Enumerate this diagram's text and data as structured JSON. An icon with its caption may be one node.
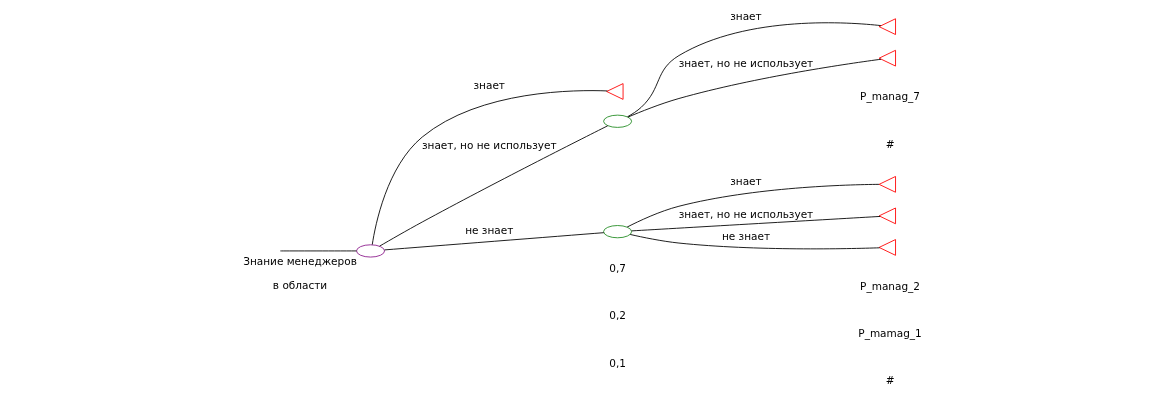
{
  "diagram": {
    "nodes": [
      {
        "text": [],
        "shape": "ellipse",
        "beside": [
          "Знание менеджеров",
          "в области"
        ]
      },
      {
        "text": [],
        "shape": "triangle"
      },
      {
        "text": [],
        "shape": "ellipse"
      },
      {
        "text": [],
        "shape": "triangle"
      },
      {
        "text": [],
        "shape": "triangle"
      },
      {
        "text": [],
        "shape": "ellipse"
      },
      {
        "text": [],
        "shape": "triangle"
      },
      {
        "text": [],
        "shape": "triangle"
      },
      {
        "text": [],
        "shape": "triangle"
      }
    ],
    "edges": [
      {
        "from": null,
        "to": 0,
        "arrow": "none"
      },
      {
        "from": 0,
        "to": 1,
        "arrow": "none",
        "label": "знает"
      },
      {
        "from": 0,
        "to": 2,
        "arrow": "none",
        "label": "знает, но не использует"
      },
      {
        "from": 0,
        "to": 5,
        "arrow": "none",
        "label": "не знает"
      },
      {
        "from": 2,
        "to": 3,
        "arrow": "none",
        "label": "знает"
      },
      {
        "from": 2,
        "to": 4,
        "arrow": "none",
        "label": "знает, но не использует"
      },
      {
        "from": 5,
        "to": 6,
        "arrow": "none",
        "label": "знает"
      },
      {
        "from": 5,
        "to": 7,
        "arrow": "none",
        "label": "знает, но не использует"
      },
      {
        "from": 5,
        "to": 8,
        "arrow": "none",
        "label": "не знает"
      }
    ],
    "labels": [
      "0,7",
      "0,2",
      "P_manag_7",
      "#",
      "P_manag_2",
      "0,1",
      "P_mamag_1",
      "#"
    ]
  }
}
